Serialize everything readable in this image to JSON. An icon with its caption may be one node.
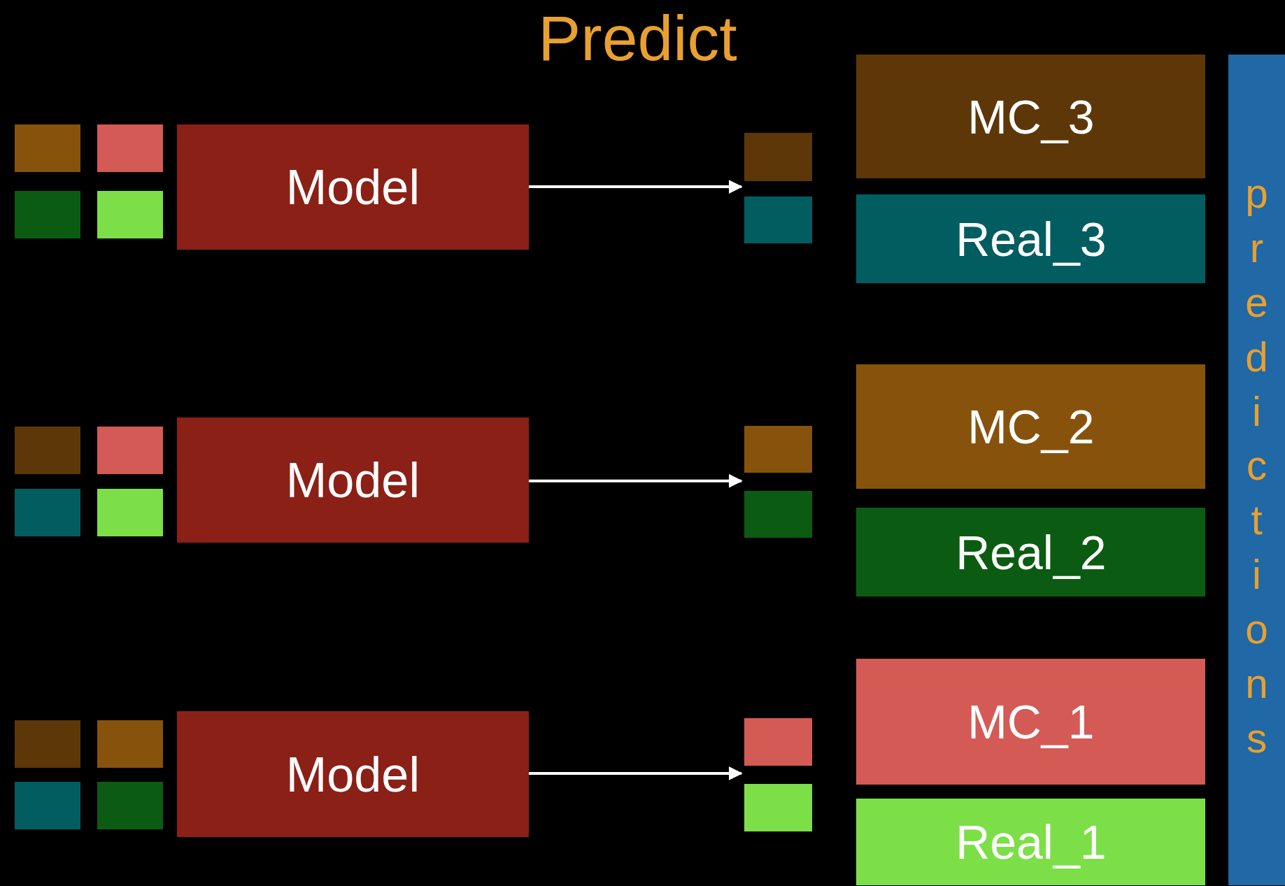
{
  "diagram": {
    "title": "Predict",
    "nodes": [
      {
        "text": [],
        "shape": "box"
      },
      {
        "text": [],
        "shape": "box"
      },
      {
        "text": [],
        "shape": "box"
      },
      {
        "text": [],
        "shape": "box"
      },
      {
        "text": [
          "Model"
        ]
      },
      {
        "text": [],
        "shape": "box"
      },
      {
        "text": [],
        "shape": "box"
      },
      {
        "text": [
          "MC_3"
        ]
      },
      {
        "text": [
          "Real_3"
        ]
      },
      {
        "text": [],
        "shape": "box"
      },
      {
        "text": [],
        "shape": "box"
      },
      {
        "text": [],
        "shape": "box"
      },
      {
        "text": [],
        "shape": "box"
      },
      {
        "text": [
          "Model"
        ]
      },
      {
        "text": [],
        "shape": "box"
      },
      {
        "text": [],
        "shape": "box"
      },
      {
        "text": [
          "MC_2"
        ]
      },
      {
        "text": [
          "Real_2"
        ]
      },
      {
        "text": [],
        "shape": "box"
      },
      {
        "text": [],
        "shape": "box"
      },
      {
        "text": [],
        "shape": "box"
      },
      {
        "text": [],
        "shape": "box"
      },
      {
        "text": [
          "Model"
        ]
      },
      {
        "text": [],
        "shape": "box"
      },
      {
        "text": [],
        "shape": "box"
      },
      {
        "text": [
          "MC_1"
        ]
      },
      {
        "text": [
          "Real_1"
        ]
      },
      {
        "text": [
          "predictions"
        ]
      }
    ],
    "edges": [
      {
        "from": 4,
        "to": 6,
        "arrow": "to"
      },
      {
        "from": 13,
        "to": 14,
        "arrow": "to"
      },
      {
        "from": 22,
        "to": 24,
        "arrow": "to"
      }
    ]
  }
}
